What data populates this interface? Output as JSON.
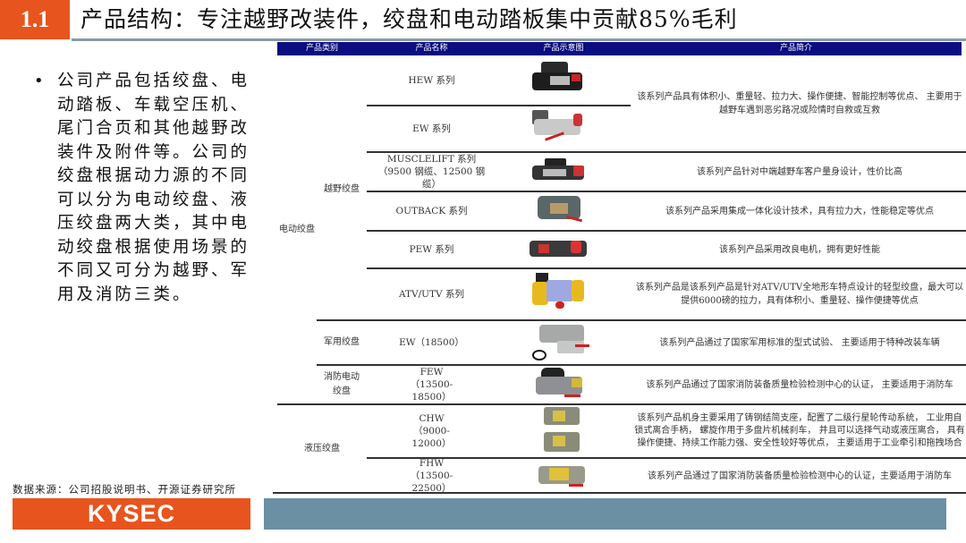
{
  "header": {
    "section_number": "1.1",
    "title": "产品结构：专注越野改装件，绞盘和电动踏板集中贡献85%毛利"
  },
  "bullet": {
    "text": "公司产品包括绞盘、电动踏板、车载空压机、尾门合页和其他越野改装件及附件等。公司的绞盘根据动力源的不同可以分为电动绞盘、液压绞盘两大类，其中电动绞盘根据使用场景的不同又可分为越野、军用及消防三类。"
  },
  "table": {
    "columns": [
      "产品类别",
      "产品名称",
      "产品示意图",
      "产品简介"
    ],
    "categories": {
      "electric": "电动绞盘",
      "offroad": "越野绞盘",
      "military": "军用绞盘",
      "fire": "消防电动绞盘",
      "hydraulic": "液压绞盘"
    },
    "rows": [
      {
        "name": "HEW 系列",
        "image": "black-winch-image",
        "desc": "该系列产品具有体积小、重量轻、拉力大、操作便捷、智能控制等优点、 主要用于越野车遇到恶劣路况或险情时自救或互救"
      },
      {
        "name": "EW 系列",
        "image": "silver-red-winch-image",
        "desc": ""
      },
      {
        "name": "MUSCLELIFT 系列（9500 钢缆、12500 钢缆）",
        "image": "black-red-winch-image",
        "desc": "该系列产品针对中端越野车客户量身设计，性价比高"
      },
      {
        "name": "OUTBACK 系列",
        "image": "grey-winch-image",
        "desc": "该系列产品采用集成一体化设计技术，具有拉力大，性能稳定等优点"
      },
      {
        "name": "PEW 系列",
        "image": "dark-winch-image",
        "desc": "该系列产品采用改良电机，拥有更好性能"
      },
      {
        "name": "ATV/UTV 系列",
        "image": "yellow-winch-image",
        "desc": "该系列产品是该系列产品是针对ATV/UTV全地形车特点设计的轻型绞盘，最大可以提供6000磅的拉力，具有体积小、重量轻、操作便捷等优点"
      },
      {
        "name": "EW（18500）",
        "image": "military-winch-image",
        "desc": "该系列产品通过了国家军用标准的型式试验、 主要适用于特种改装车辆"
      },
      {
        "name": "FEW（13500-18500）",
        "image": "fire-winch-image",
        "desc": "该系列产品通过了国家消防装备质量检验检测中心的认证， 主要适用于消防车"
      },
      {
        "name": "CHW（9000-12000）",
        "image": "hydraulic-winch-image",
        "desc": "该系列产品机身主要采用了铸钢结简支座，配置了二级行星轮传动系统， 工业用自锁式离合手柄， 螺旋作用于多盘片机械刹车， 并且可以选择气动或液压离合， 具有操作便捷、持续工作能力强、安全性较好等优点， 主要适用于工业牵引和拖拽场合"
      },
      {
        "name": "FHW（13500-22500）",
        "image": "hydraulic-fire-winch-image",
        "desc": "该系列产品通过了国家消防装备质量检验检测中心的认证，主要适用于消防车"
      }
    ]
  },
  "footer": {
    "source": "数据来源：公司招股说明书、开源证券研究所",
    "logo": "KYSEC"
  },
  "colors": {
    "accent_orange": "#e8541d",
    "header_navy": "#0b0d80",
    "footer_bar": "#6b8fa3"
  }
}
